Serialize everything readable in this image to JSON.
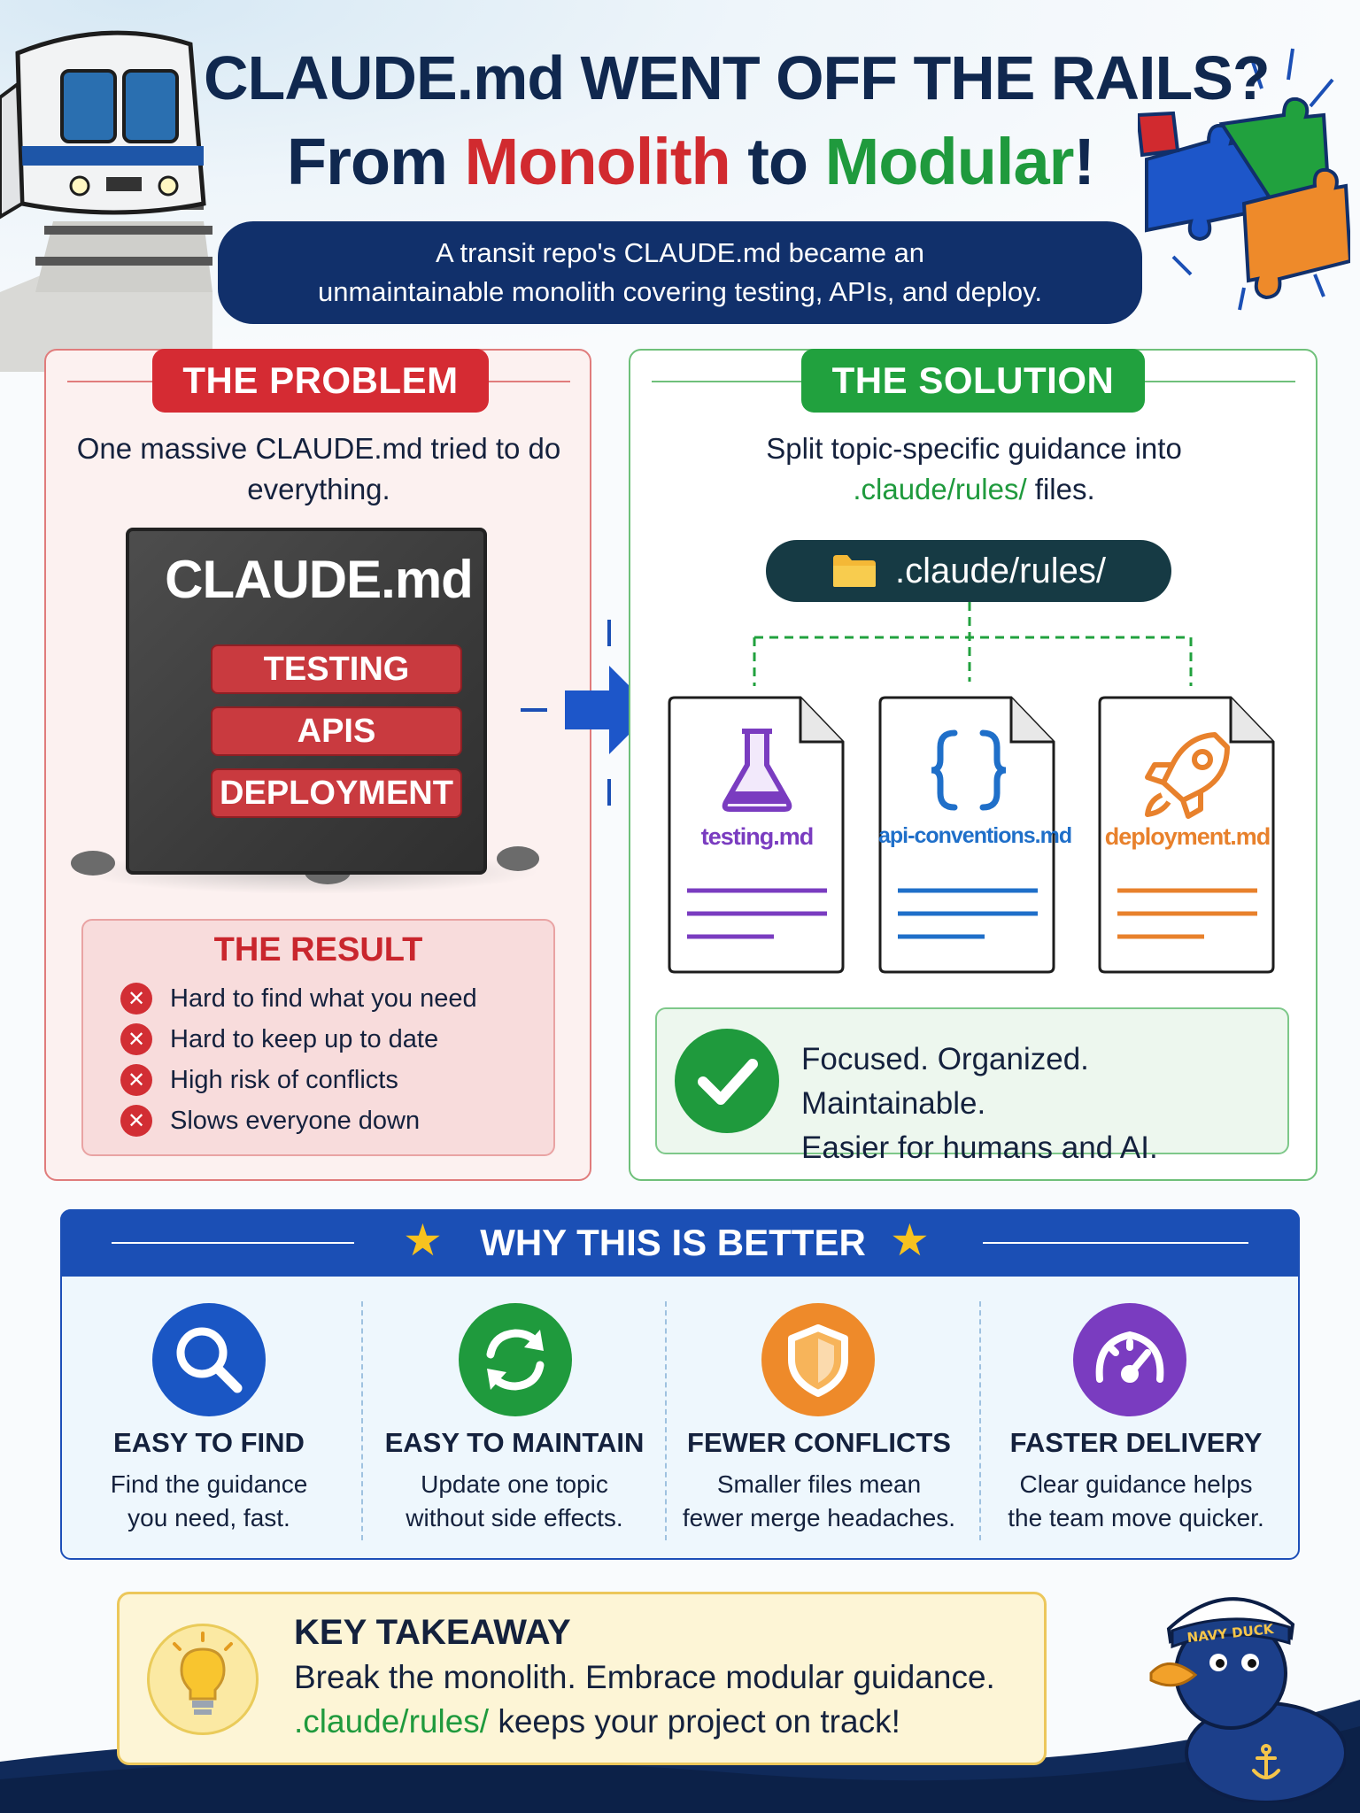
{
  "header": {
    "title_line1": "CLAUDE.md WENT OFF THE RAILS?",
    "title_line2_part1": "From ",
    "title_line2_red": "Monolith",
    "title_line2_mid": " to ",
    "title_line2_green": "Modular",
    "title_line2_end": "!",
    "subtitle_line1": "A transit repo's CLAUDE.md became an",
    "subtitle_line2": "unmaintainable monolith covering testing, APIs, and deploy."
  },
  "problem": {
    "label": "THE PROBLEM",
    "description": "One massive CLAUDE.md tried to do everything.",
    "monolith_title": "CLAUDE.md",
    "tags": [
      "TESTING",
      "APIS",
      "DEPLOYMENT"
    ],
    "result": {
      "title": "THE RESULT",
      "items": [
        "Hard to find what you need",
        "Hard to keep up to date",
        "High risk of conflicts",
        "Slows everyone down"
      ]
    }
  },
  "solution": {
    "label": "THE SOLUTION",
    "description_part1": "Split topic-specific guidance into",
    "description_code": ".claude/rules/",
    "description_part2": " files.",
    "folder": ".claude/rules/",
    "files": [
      {
        "name": "testing.md",
        "icon": "flask-icon",
        "color": "#7a3cc0"
      },
      {
        "name": "api-conventions.md",
        "icon": "braces-icon",
        "color": "#1f6fc9"
      },
      {
        "name": "deployment.md",
        "icon": "rocket-icon",
        "color": "#e8812c"
      }
    ],
    "outcome_line1": "Focused. Organized. Maintainable.",
    "outcome_line2": "Easier for humans and AI."
  },
  "why_better": {
    "title": "WHY THIS IS BETTER",
    "benefits": [
      {
        "title": "EASY TO FIND",
        "desc1": "Find the guidance",
        "desc2": "you need, fast.",
        "icon": "search-icon",
        "color": "#1a56c4"
      },
      {
        "title": "EASY TO MAINTAIN",
        "desc1": "Update one topic",
        "desc2": "without side effects.",
        "icon": "refresh-icon",
        "color": "#1f9a3d"
      },
      {
        "title": "FEWER CONFLICTS",
        "desc1": "Smaller files mean",
        "desc2": "fewer merge headaches.",
        "icon": "shield-icon",
        "color": "#ee8a2a"
      },
      {
        "title": "FASTER DELIVERY",
        "desc1": "Clear guidance helps",
        "desc2": "the team move quicker.",
        "icon": "speedometer-icon",
        "color": "#7a3cc0"
      }
    ]
  },
  "takeaway": {
    "title": "KEY TAKEAWAY",
    "line1": "Break the monolith. Embrace modular guidance.",
    "line2_code": ".claude/rules/",
    "line2_rest": " keeps your project on track!"
  },
  "mascot": {
    "hat_text": "NAVY DUCK"
  },
  "colors": {
    "navy": "#10284f",
    "red": "#d12a2f",
    "green": "#1f9a3d",
    "blue": "#1b4fb5",
    "yellow": "#ecc75b"
  }
}
